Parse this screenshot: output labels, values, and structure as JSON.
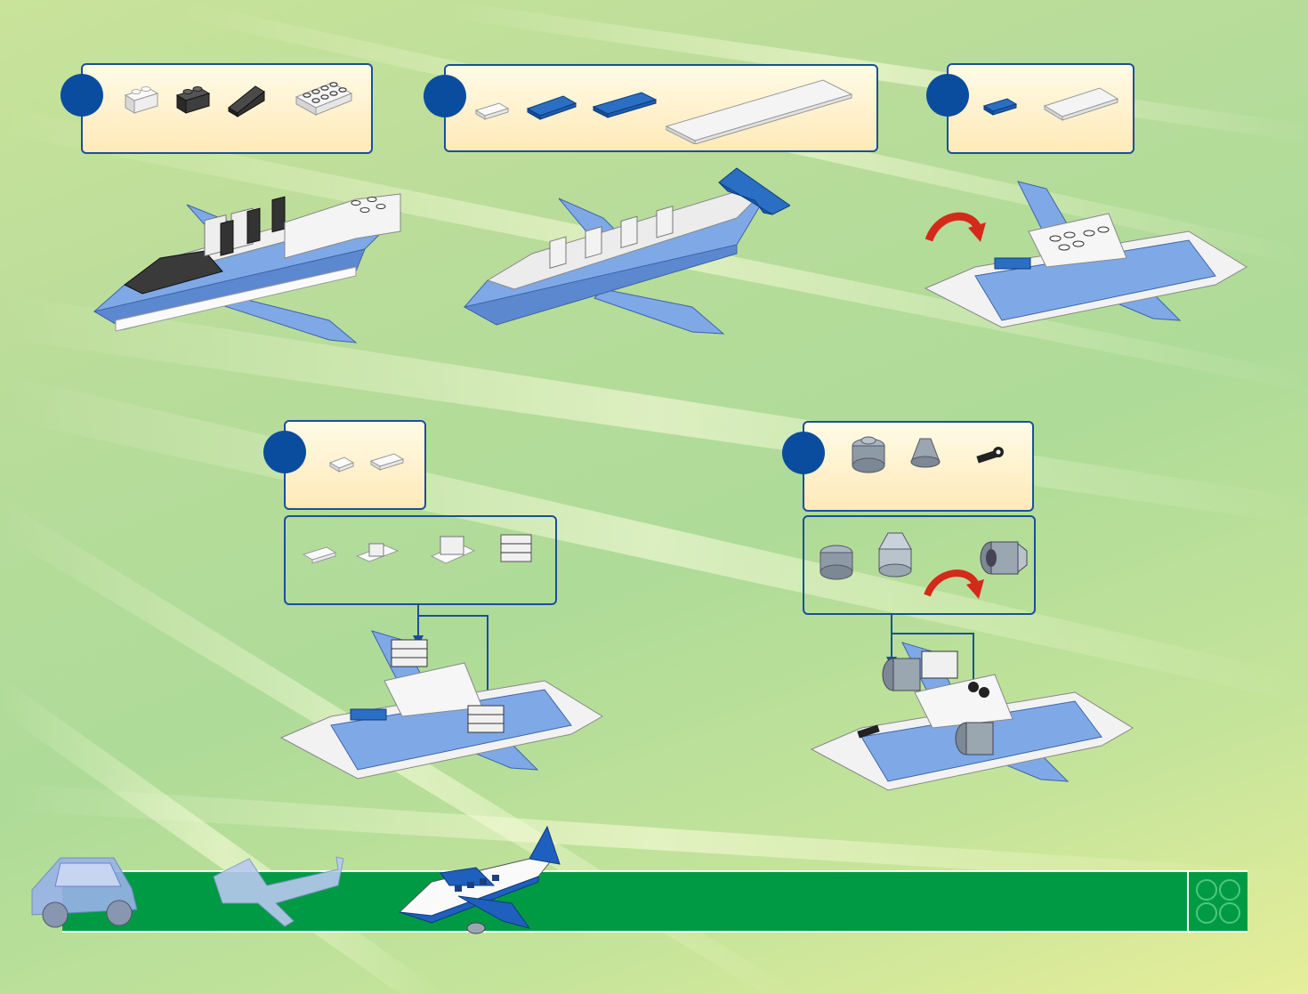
{
  "colors": {
    "panel_border": "#1a4f9a",
    "step_circle": "#0a4d9e",
    "brick_blue": "#2a6fc4",
    "brick_light_blue": "#7fa9e6",
    "brick_white": "#f2f2f2",
    "brick_black": "#333333",
    "footer_green": "#009a45",
    "rotate_arrow": "#d42a1a"
  },
  "steps": [
    {
      "id": "step-a",
      "number": "",
      "parts": [
        "white-brick-1x2",
        "black-brick-1x2",
        "black-slope",
        "white-plate-2x4"
      ]
    },
    {
      "id": "step-b",
      "number": "",
      "parts": [
        "white-plate-1x2",
        "blue-plate-1x4",
        "blue-plate-1x4",
        "white-plate-2x12"
      ]
    },
    {
      "id": "step-c",
      "number": "",
      "parts": [
        "blue-plate-1x2",
        "white-plate-1x6"
      ]
    },
    {
      "id": "step-d",
      "number": "",
      "parts": [
        "white-plate-1x1",
        "white-plate-1x2"
      ]
    },
    {
      "id": "step-e",
      "number": "",
      "parts": [
        "grey-round-brick",
        "grey-cone",
        "black-clip"
      ]
    }
  ],
  "footer": {
    "page_number": "",
    "thumbnails": [
      "car-model-icon",
      "plane-model-icon",
      "jet-model-icon"
    ]
  }
}
